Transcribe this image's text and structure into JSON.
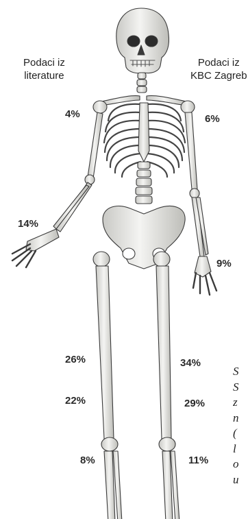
{
  "headers": {
    "literature": [
      "Podaci iz",
      "literature"
    ],
    "kbc": [
      "Podaci iz",
      "KBC Zagreb"
    ]
  },
  "labels": {
    "spine_lit": "4%",
    "spine_kbc": "6%",
    "arm_lit": "14%",
    "arm_kbc": "9%",
    "femur_lit": "26%",
    "femur_kbc": "34%",
    "tibia_lit": "22%",
    "tibia_kbc": "29%",
    "foot_lit": "8%",
    "foot_kbc": "11%"
  },
  "caption_fragment": [
    "S",
    "S",
    "z",
    "n",
    "(",
    "l",
    "o",
    "u"
  ],
  "colors": {
    "bone": "#efefed",
    "bone_shade": "#b8b8b4",
    "outline": "#3a3a3a",
    "text": "#1a1a1a"
  }
}
